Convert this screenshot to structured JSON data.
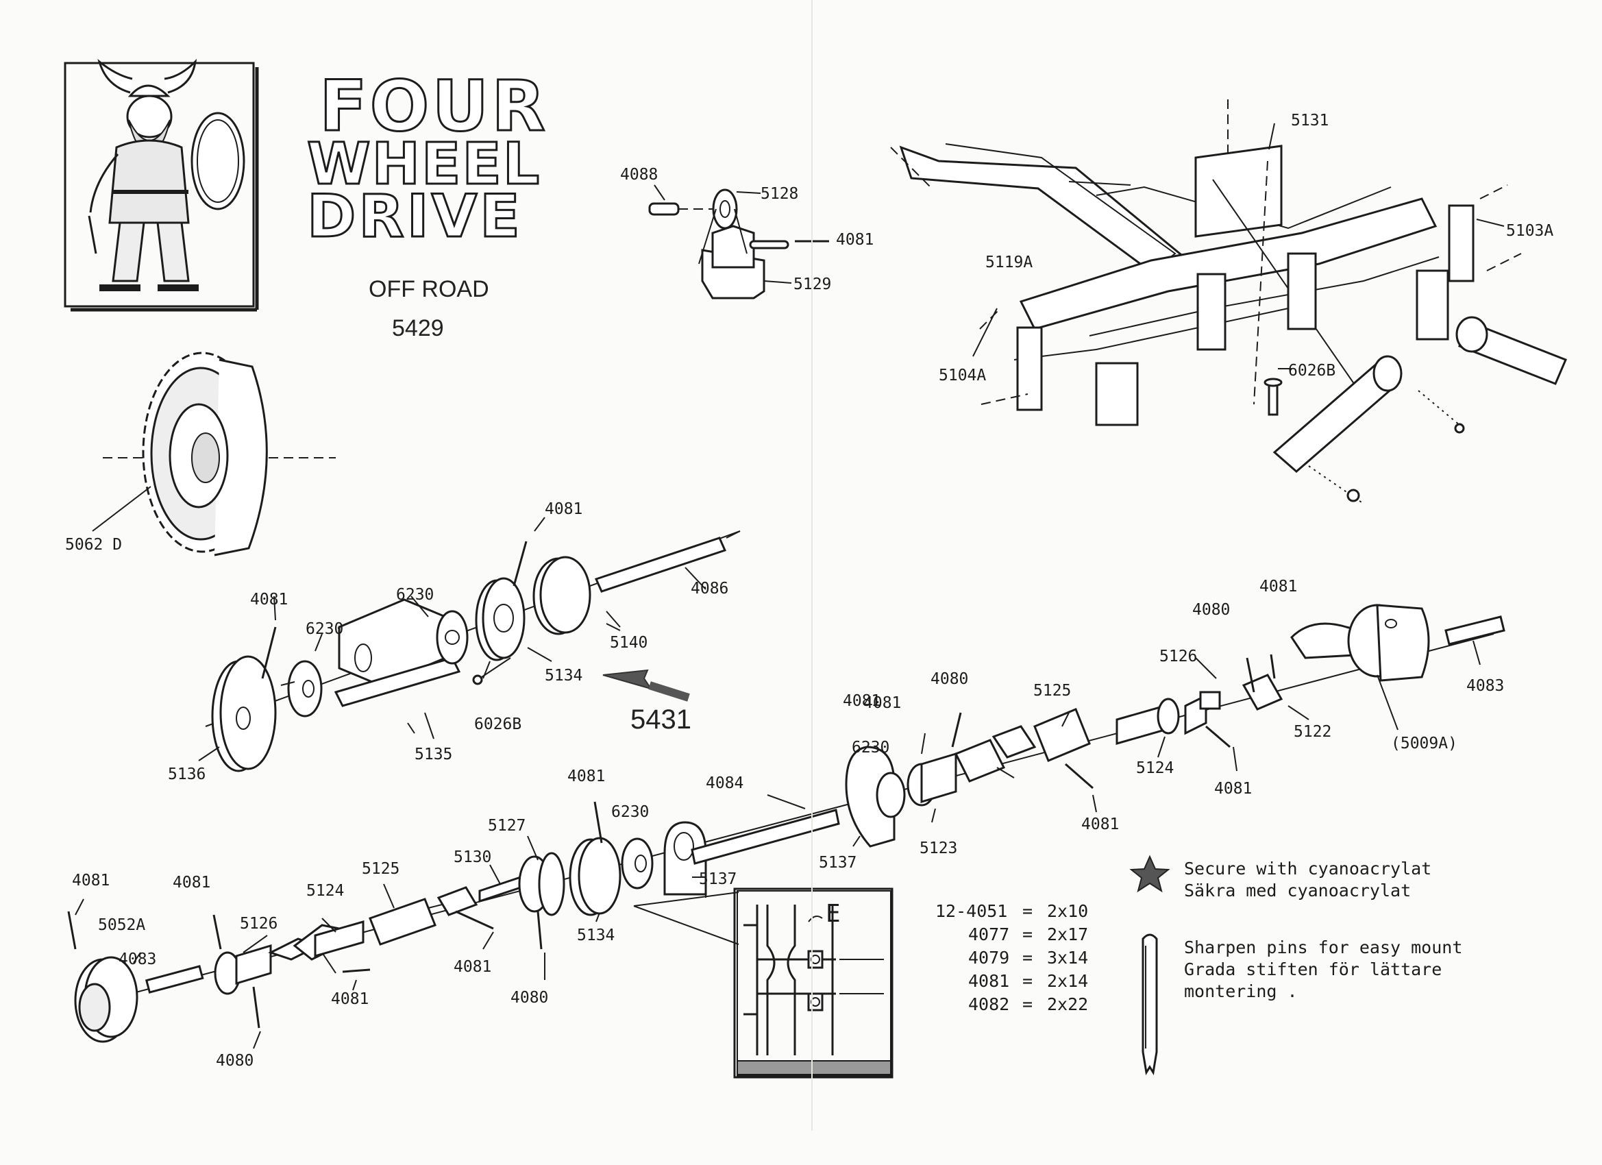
{
  "title": {
    "line1": "FOUR",
    "line2": "WHEEL",
    "line3": "DRIVE"
  },
  "subtitle": "OFF ROAD",
  "model_number": "5429",
  "group_number": "5431",
  "part_labels": {
    "p5062d": "5062 D",
    "p4088": "4088",
    "p5128": "5128",
    "p4081_top": "4081",
    "p5129": "5129",
    "p5131": "5131",
    "p5103a": "5103A",
    "p5119a": "5119A",
    "p5104a": "5104A",
    "p6026b_chassis": "6026B",
    "p4081_a": "4081",
    "p6230_a": "6230",
    "p6230_b": "6230",
    "p4081_b": "4081",
    "p4086": "4086",
    "p5140": "5140",
    "p5134_a": "5134",
    "p6026b": "6026B",
    "p5135": "5135",
    "p5136": "5136",
    "p4081_c": "4081",
    "p4080_a": "4080",
    "p5126_a": "5126",
    "p4083_a": "4083",
    "p5122": "5122",
    "p5009a": "(5009A)",
    "p4081_d": "4081",
    "p4081_e": "4081",
    "p4080_b": "4080",
    "p5125_a": "5125",
    "p5124_a": "5124",
    "p6230_c": "6230",
    "p5123": "5123",
    "p4081_f": "4081",
    "p4081_g": "4081",
    "p4084": "4084",
    "p5137_a": "5137",
    "p4081_h": "4081",
    "p6230_d": "6230",
    "p5137_b": "5137",
    "p5134_b": "5134",
    "p5127": "5127",
    "p5130": "5130",
    "p5125_b": "5125",
    "p5124_b": "5124",
    "p4081_i": "4081",
    "p4081_j": "4081",
    "p5126_b": "5126",
    "p4081_k": "4081",
    "p5052a": "5052A",
    "p4083_b": "4083",
    "p4081_l": "4081",
    "p4080_c": "4080",
    "p4080_d": "4080"
  },
  "detail_label": "E",
  "pin_table": [
    {
      "part": "12-4051",
      "eq": "=",
      "size": "2x10"
    },
    {
      "part": "4077",
      "eq": "=",
      "size": "2x17"
    },
    {
      "part": "4079",
      "eq": "=",
      "size": "3x14"
    },
    {
      "part": "4081",
      "eq": "=",
      "size": "2x14"
    },
    {
      "part": "4082",
      "eq": "=",
      "size": "2x22"
    }
  ],
  "notes": {
    "star_en": "Secure with cyanoacrylat",
    "star_sv": "Säkra med cyanoacrylat",
    "pin_en": "Sharpen pins for easy mount",
    "pin_sv1": "Grada stiften för lättare",
    "pin_sv2": "montering ."
  },
  "icons": [
    "viking-logo",
    "star-icon",
    "pin-icon"
  ]
}
